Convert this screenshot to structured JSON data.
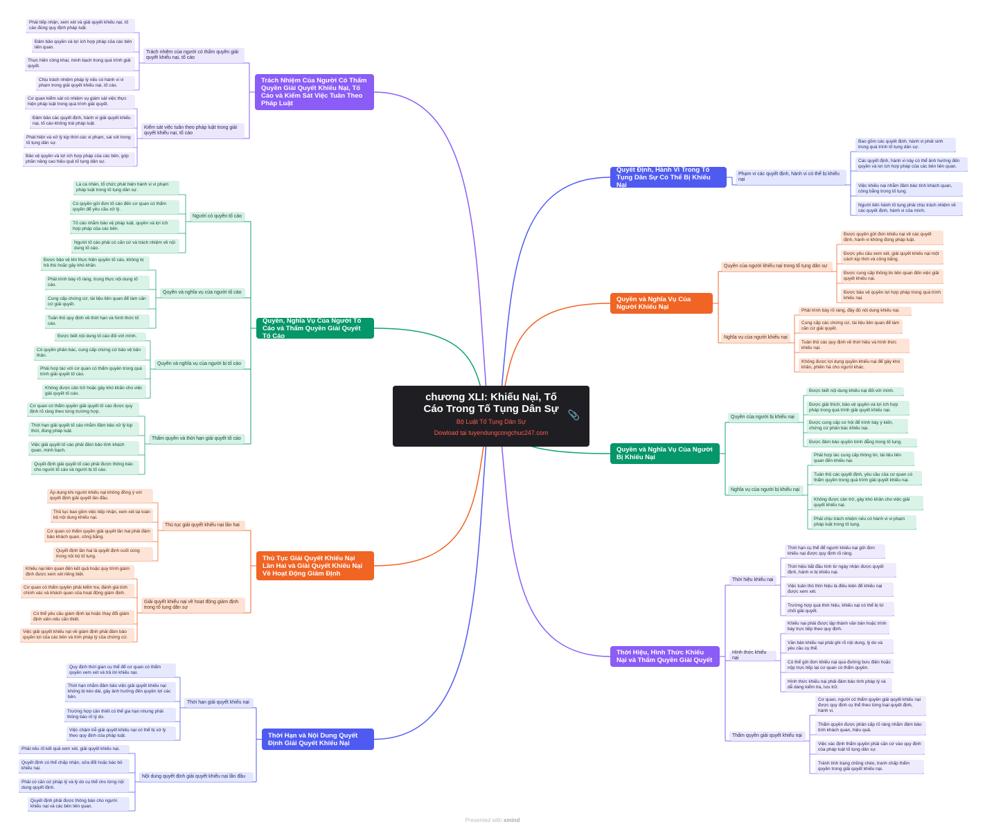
{
  "central": {
    "title": "chương XLI: Khiếu Nại, Tố Cáo Trong Tố Tụng Dân Sự",
    "subtitle": "Bộ Luật Tố Tụng Dân Sự",
    "download": "Dowload tại tuyendungcongchuc247.com",
    "icon": "paperclip-icon"
  },
  "footer": {
    "prefix": "Presented with",
    "brand": "xmind"
  },
  "colors": {
    "purple": "#8b5cf6",
    "green": "#059669",
    "orange": "#f06424",
    "blue": "#4f5bf0"
  },
  "branches": [
    {
      "id": "b1",
      "side": "left",
      "color": "purple",
      "label": "Trách Nhiệm Của Người Có Thẩm Quyền Giải Quyết Khiếu Nại, Tố Cáo và Kiểm Sát Việc Tuân Theo Pháp Luật",
      "subs": [
        {
          "label": "Trách nhiệm của người có thẩm quyền giải quyết khiếu nại, tố cáo",
          "leaves": [
            "Phải tiếp nhận, xem xét và giải quyết khiếu nại, tố cáo đúng quy định pháp luật.",
            "Đảm bảo quyền và lợi ích hợp pháp của các bên liên quan.",
            "Thực hiện công khai, minh bạch trong quá trình giải quyết.",
            "Chịu trách nhiệm pháp lý nếu có hành vi vi phạm trong giải quyết khiếu nại, tố cáo."
          ]
        },
        {
          "label": "Kiểm sát việc tuân theo pháp luật trong giải quyết khiếu nại, tố cáo",
          "leaves": [
            "Cơ quan kiểm sát có nhiệm vụ giám sát việc thực hiện pháp luật trong quá trình giải quyết.",
            "Đảm bảo các quyết định, hành vi giải quyết khiếu nại, tố cáo không trái pháp luật.",
            "Phát hiện và xử lý kịp thời các vi phạm, sai sót trong tố tụng dân sự.",
            "Bảo vệ quyền và lợi ích hợp pháp của các bên, góp phần nâng cao hiệu quả tố tụng dân sự."
          ]
        }
      ]
    },
    {
      "id": "b2",
      "side": "left",
      "color": "green",
      "label": "Quyền, Nghĩa Vụ Của Người Tố Cáo và Thẩm Quyền Giải Quyết Tố Cáo",
      "subs": [
        {
          "label": "Người có quyền tố cáo",
          "leaves": [
            "Là cá nhân, tổ chức phát hiện hành vi vi phạm pháp luật trong tố tụng dân sự.",
            "Có quyền gửi đơn tố cáo đến cơ quan có thẩm quyền để yêu cầu xử lý.",
            "Tố cáo nhằm bảo vệ pháp luật, quyền và lợi ích hợp pháp của các bên.",
            "Người tố cáo phải có căn cứ và trách nhiệm về nội dung tố cáo."
          ]
        },
        {
          "label": "Quyền và nghĩa vụ của người tố cáo",
          "leaves": [
            "Được bảo vệ khi thực hiện quyền tố cáo, không bị trả thù hoặc gây khó khăn.",
            "Phải trình bày rõ ràng, trung thực nội dung tố cáo.",
            "Cung cấp chứng cứ, tài liệu liên quan để làm căn cứ giải quyết.",
            "Tuân thủ quy định về thời hạn và hình thức tố cáo."
          ]
        },
        {
          "label": "Quyền và nghĩa vụ của người bị tố cáo",
          "leaves": [
            "Được biết nội dung tố cáo đối với mình.",
            "Có quyền phản bác, cung cấp chứng cứ bảo vệ bản thân.",
            "Phải hợp tác với cơ quan có thẩm quyền trong quá trình giải quyết tố cáo.",
            "Không được cản trở hoặc gây khó khăn cho việc giải quyết tố cáo."
          ]
        },
        {
          "label": "Thẩm quyền và thời hạn giải quyết tố cáo",
          "leaves": [
            "Cơ quan có thẩm quyền giải quyết tố cáo được quy định rõ ràng theo từng trường hợp.",
            "Thời hạn giải quyết tố cáo nhằm đảm bảo xử lý kịp thời, đúng pháp luật.",
            "Việc giải quyết tố cáo phải đảm bảo tính khách quan, minh bạch.",
            "Quyết định giải quyết tố cáo phải được thông báo cho người tố cáo và người bị tố cáo."
          ]
        }
      ]
    },
    {
      "id": "b3",
      "side": "left",
      "color": "orange",
      "label": "Thủ Tục Giải Quyết Khiếu Nại Lần Hai và Giải Quyết Khiếu Nại Về Hoạt Động Giám Định",
      "subs": [
        {
          "label": "Thủ tục giải quyết khiếu nại lần hai",
          "leaves": [
            "Áp dụng khi người khiếu nại không đồng ý với quyết định giải quyết lần đầu.",
            "Thủ tục bao gồm việc tiếp nhận, xem xét lại toàn bộ nội dung khiếu nại.",
            "Cơ quan có thẩm quyền giải quyết lần hai phải đảm bảo khách quan, công bằng.",
            "Quyết định lần hai là quyết định cuối cùng trong nội bộ tố tụng."
          ]
        },
        {
          "label": "Giải quyết khiếu nại về hoạt động giám định trong tố tụng dân sự",
          "leaves": [
            "Khiếu nại liên quan đến kết quả hoặc quy trình giám định được xem xét riêng biệt.",
            "Cơ quan có thẩm quyền phải kiểm tra, đánh giá tính chính xác và khách quan của hoạt động giám định.",
            "Có thể yêu cầu giám định lại hoặc thay đổi giám định viên nếu cần thiết.",
            "Việc giải quyết khiếu nại về giám định phải đảm bảo quyền lợi của các bên và tính pháp lý của chứng cứ."
          ]
        }
      ]
    },
    {
      "id": "b4",
      "side": "left",
      "color": "blue",
      "label": "Thời Hạn và Nội Dung Quyết Định Giải Quyết Khiếu Nại",
      "subs": [
        {
          "label": "Thời hạn giải quyết khiếu nại",
          "leaves": [
            "Quy định thời gian cụ thể để cơ quan có thẩm quyền xem xét và trả lời khiếu nại.",
            "Thời hạn nhằm đảm bảo việc giải quyết khiếu nại không bị kéo dài, gây ảnh hưởng đến quyền lợi các bên.",
            "Trường hợp cần thiết có thể gia hạn nhưng phải thông báo rõ lý do.",
            "Việc chậm trễ giải quyết khiếu nại có thể bị xử lý theo quy định của pháp luật."
          ]
        },
        {
          "label": "Nội dung quyết định giải quyết khiếu nại lần đầu",
          "leaves": [
            "Phải nêu rõ kết quả xem xét, giải quyết khiếu nại.",
            "Quyết định có thể chấp nhận, sửa đổi hoặc bác bỏ khiếu nại.",
            "Phải có căn cứ pháp lý và lý do cụ thể cho từng nội dung quyết định.",
            "Quyết định phải được thông báo cho người khiếu nại và các bên liên quan."
          ]
        }
      ]
    },
    {
      "id": "b5",
      "side": "right",
      "color": "blue",
      "label": "Quyết Định, Hành Vi Trong Tố Tụng Dân Sự Có Thể Bị Khiếu Nại",
      "subs": [
        {
          "label": "Phạm vi các quyết định, hành vi có thể bị khiếu nại",
          "leaves": [
            "Bao gồm các quyết định, hành vi phát sinh trong quá trình tố tụng dân sự.",
            "Các quyết định, hành vi này có thể ảnh hưởng đến quyền và lợi ích hợp pháp của các bên liên quan.",
            "Việc khiếu nại nhằm đảm bảo tính khách quan, công bằng trong tố tụng.",
            "Người tiến hành tố tụng phải chịu trách nhiệm về các quyết định, hành vi của mình."
          ]
        }
      ]
    },
    {
      "id": "b6",
      "side": "right",
      "color": "orange",
      "label": "Quyền và Nghĩa Vụ Của Người Khiếu Nại",
      "subs": [
        {
          "label": "Quyền của người khiếu nại trong tố tụng dân sự",
          "leaves": [
            "Được quyền gửi đơn khiếu nại về các quyết định, hành vi không đúng pháp luật.",
            "Được yêu cầu xem xét, giải quyết khiếu nại một cách kịp thời và công bằng.",
            "Được cung cấp thông tin liên quan đến việc giải quyết khiếu nại.",
            "Được bảo vệ quyền lợi hợp pháp trong quá trình khiếu nại."
          ]
        },
        {
          "label": "Nghĩa vụ của người khiếu nại",
          "leaves": [
            "Phải trình bày rõ ràng, đầy đủ nội dung khiếu nại.",
            "Cung cấp các chứng cứ, tài liệu liên quan để làm căn cứ giải quyết.",
            "Tuân thủ các quy định về thời hiệu và hình thức khiếu nại.",
            "Không được lợi dụng quyền khiếu nại để gây khó khăn, phiền hà cho người khác."
          ]
        }
      ]
    },
    {
      "id": "b7",
      "side": "right",
      "color": "green",
      "label": "Quyền và Nghĩa Vụ Của Người Bị Khiếu Nại",
      "subs": [
        {
          "label": "Quyền của người bị khiếu nại",
          "leaves": [
            "Được biết nội dung khiếu nại đối với mình.",
            "Được giải thích, bảo vệ quyền và lợi ích hợp pháp trong quá trình giải quyết khiếu nại.",
            "Được cung cấp cơ hội để trình bày ý kiến, chứng cứ phản bác khiếu nại.",
            "Được đảm bảo quyền bình đẳng trong tố tụng."
          ]
        },
        {
          "label": "Nghĩa vụ của người bị khiếu nại",
          "leaves": [
            "Phải hợp tác cung cấp thông tin, tài liệu liên quan đến khiếu nại.",
            "Tuân thủ các quyết định, yêu cầu của cơ quan có thẩm quyền trong quá trình giải quyết khiếu nại.",
            "Không được cản trở, gây khó khăn cho việc giải quyết khiếu nại.",
            "Phải chịu trách nhiệm nếu có hành vi vi phạm pháp luật trong tố tụng."
          ]
        }
      ]
    },
    {
      "id": "b8",
      "side": "right",
      "color": "purple",
      "label": "Thời Hiệu, Hình Thức Khiếu Nại và Thẩm Quyền Giải Quyết",
      "subs": [
        {
          "label": "Thời hiệu khiếu nại",
          "leaves": [
            "Thời hạn cụ thể để người khiếu nại gửi đơn khiếu nại được quy định rõ ràng.",
            "Thời hiệu bắt đầu tính từ ngày nhận được quyết định, hành vi bị khiếu nại.",
            "Việc tuân thủ thời hiệu là điều kiện để khiếu nại được xem xét.",
            "Trường hợp quá thời hiệu, khiếu nại có thể bị từ chối giải quyết."
          ]
        },
        {
          "label": "Hình thức khiếu nại",
          "leaves": [
            "Khiếu nại phải được lập thành văn bản hoặc trình bày trực tiếp theo quy định.",
            "Văn bản khiếu nại phải ghi rõ nội dung, lý do và yêu cầu cụ thể.",
            "Có thể gửi đơn khiếu nại qua đường bưu điện hoặc nộp trực tiếp tại cơ quan có thẩm quyền.",
            "Hình thức khiếu nại phải đảm bảo tính pháp lý và dễ dàng kiểm tra, lưu trữ."
          ]
        },
        {
          "label": "Thẩm quyền giải quyết khiếu nại",
          "leaves": [
            "Cơ quan, người có thẩm quyền giải quyết khiếu nại được quy định cụ thể theo từng loại quyết định, hành vi.",
            "Thẩm quyền được phân cấp rõ ràng nhằm đảm bảo tính khách quan, hiệu quả.",
            "Việc xác định thẩm quyền phải căn cứ vào quy định của pháp luật tố tụng dân sự.",
            "Tránh tình trạng chồng chéo, tranh chấp thẩm quyền trong giải quyết khiếu nại."
          ]
        }
      ]
    }
  ]
}
